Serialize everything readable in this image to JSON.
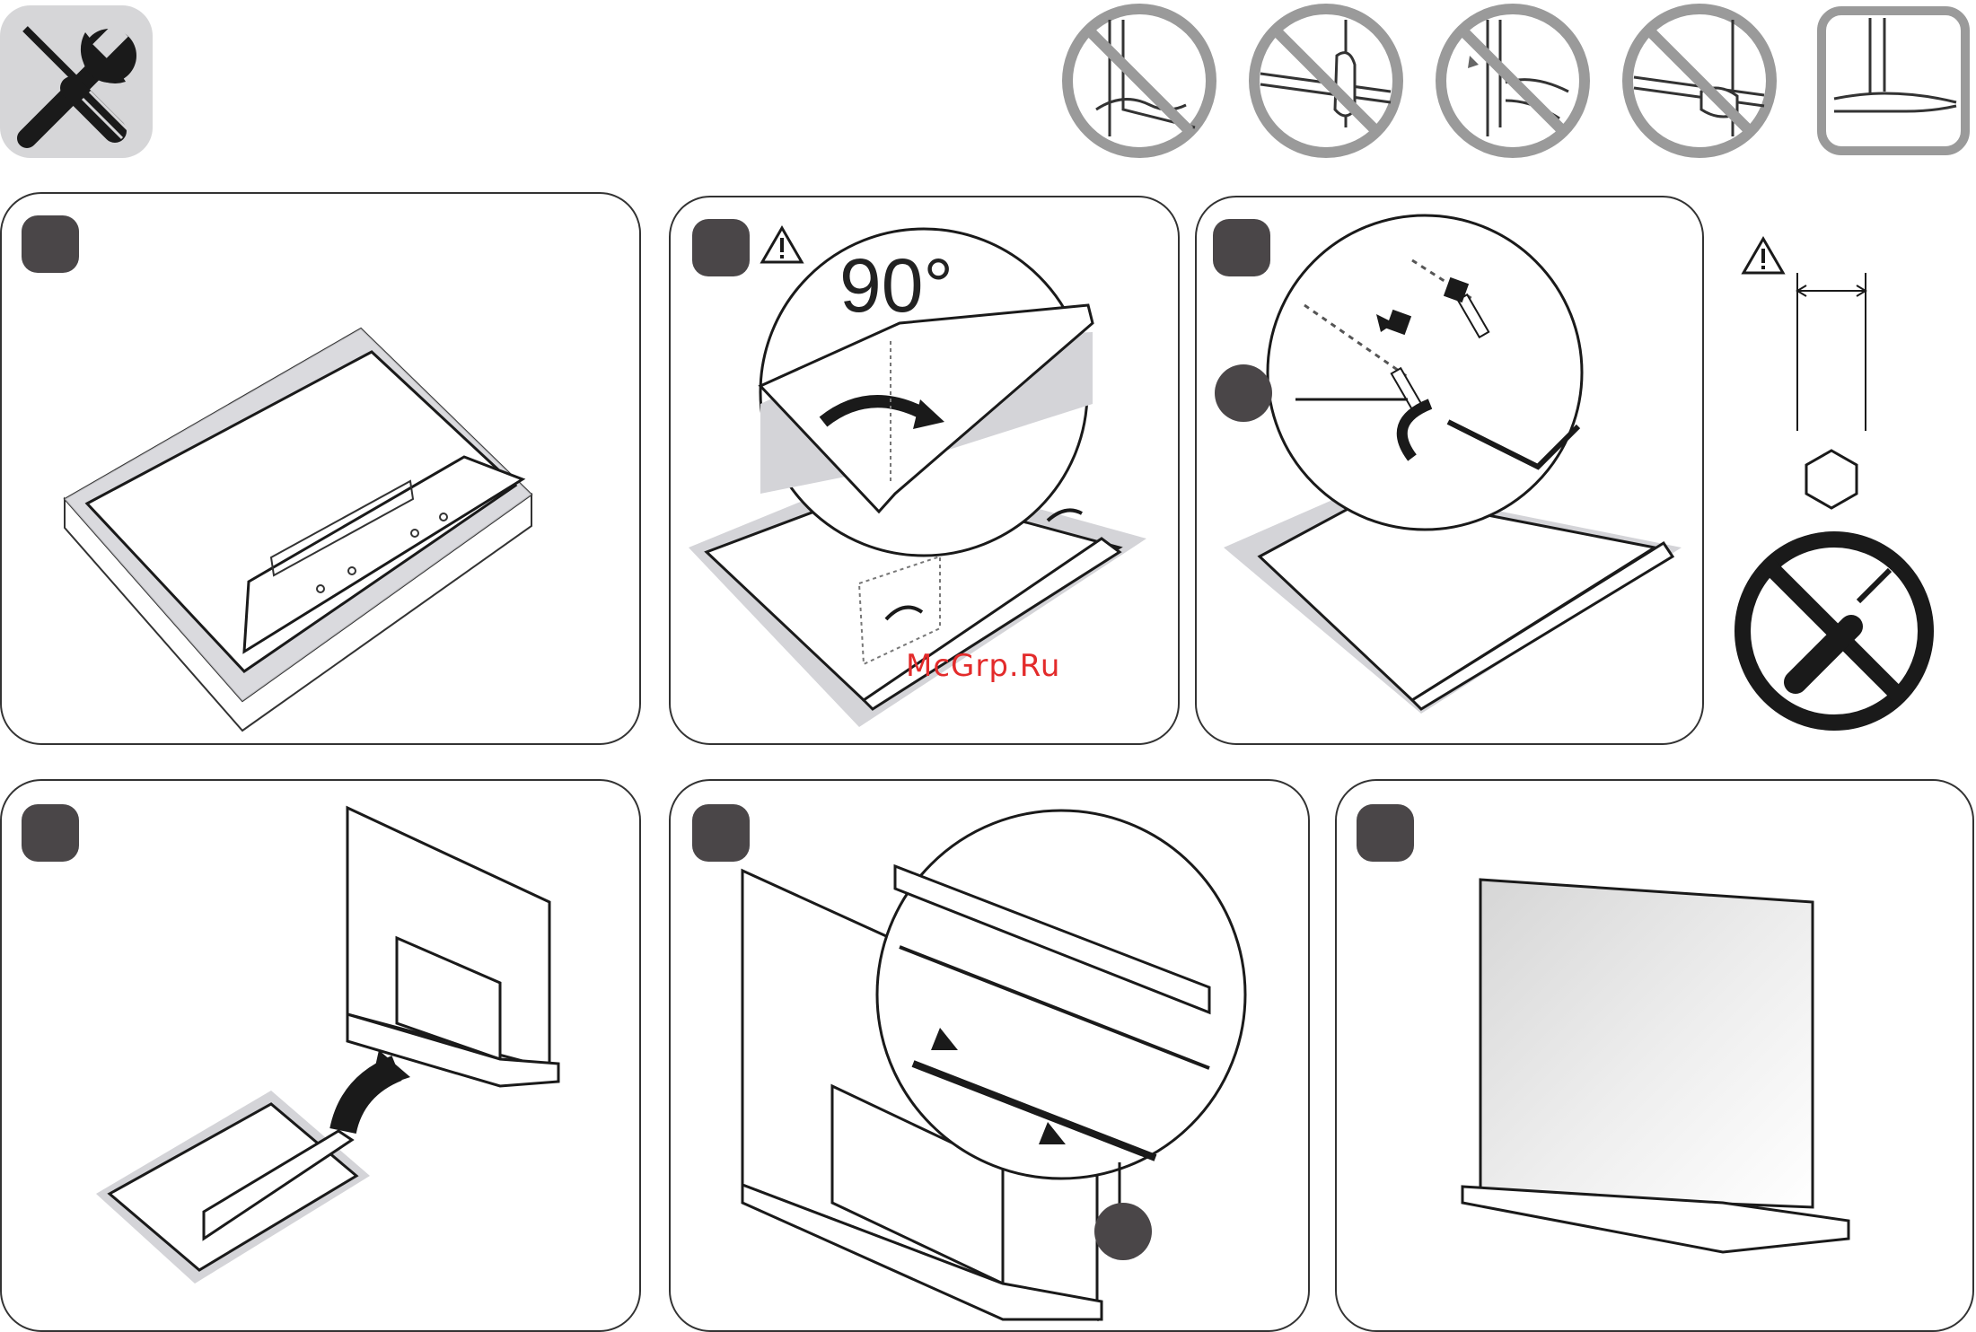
{
  "header": {
    "tools_icon": "screwdriver-wrench-icon",
    "warning_icons": [
      {
        "icon": "no-lift-by-bottom-edge-icon",
        "allowed": false
      },
      {
        "icon": "no-grip-by-frame-icon",
        "allowed": false
      },
      {
        "icon": "no-press-screen-icon",
        "allowed": false
      },
      {
        "icon": "no-grip-stand-icon",
        "allowed": false
      },
      {
        "icon": "support-from-below-icon",
        "allowed": true
      }
    ]
  },
  "steps": [
    {
      "id": "step-1"
    },
    {
      "id": "step-2",
      "angle_label": "90°",
      "caution_icon": "warning-triangle-icon"
    },
    {
      "id": "step-3",
      "caution_icon": "warning-triangle-icon",
      "tool": "hex-key-icon",
      "prohibited_tool": "no-screwdriver-icon"
    },
    {
      "id": "step-4"
    },
    {
      "id": "step-5"
    },
    {
      "id": "step-6"
    }
  ],
  "watermark": "McGrp.Ru",
  "colors": {
    "badge": "#4a4648",
    "line": "#1a1a1a",
    "watermark": "#e32b2b",
    "shade": "#d4d4d8"
  }
}
